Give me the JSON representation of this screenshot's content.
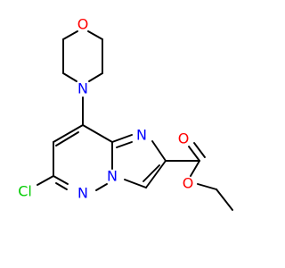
{
  "molecule": {
    "atoms": {
      "morpholine_o": {
        "symbol": "O",
        "color": "#ff0000"
      },
      "morpholine_n": {
        "symbol": "N",
        "color": "#0000ff"
      },
      "imidazole_n": {
        "symbol": "N",
        "color": "#0000ff"
      },
      "bridge_n": {
        "symbol": "N",
        "color": "#0000ff"
      },
      "pyridazine_n": {
        "symbol": "N",
        "color": "#0000ff"
      },
      "chlorine": {
        "symbol": "Cl",
        "color": "#00cc00"
      },
      "carbonyl_o": {
        "symbol": "O",
        "color": "#ff0000"
      },
      "ester_o": {
        "symbol": "O",
        "color": "#ff0000"
      }
    }
  }
}
